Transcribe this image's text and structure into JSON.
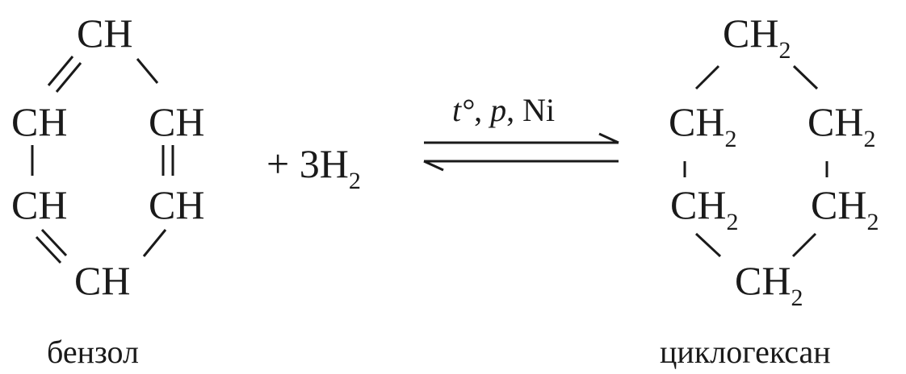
{
  "reaction": {
    "reactant": {
      "name": "бензол",
      "groups": [
        "CH",
        "CH",
        "CH",
        "CH",
        "CH",
        "CH"
      ]
    },
    "reagent": {
      "prefix": "+ 3H",
      "subscript": "2"
    },
    "conditions": {
      "temperature": "t°",
      "separator1": ", ",
      "pressure": "p",
      "separator2": ", ",
      "catalyst": "Ni"
    },
    "arrow": "reversible",
    "product": {
      "name": "циклогексан",
      "group_base": "CH",
      "group_subscript": "2",
      "group_count": 6
    }
  }
}
